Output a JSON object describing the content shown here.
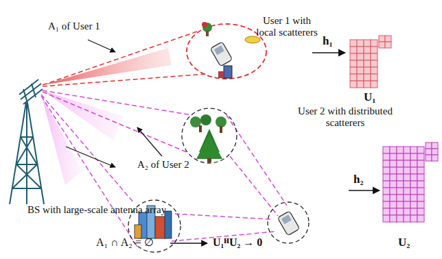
{
  "diagram": {
    "labels": [
      "A₁ of User 1",
      "User 1 with local scatterers",
      "h₁",
      "U₁",
      "A₂ of User 2",
      "User 2 with distributed scatterers",
      "h₂",
      "U₂",
      "BS with large-scale antenna array",
      "A₁ ∩ A₂ = ∅",
      "U₁ᴴU₂ → 0"
    ]
  }
}
